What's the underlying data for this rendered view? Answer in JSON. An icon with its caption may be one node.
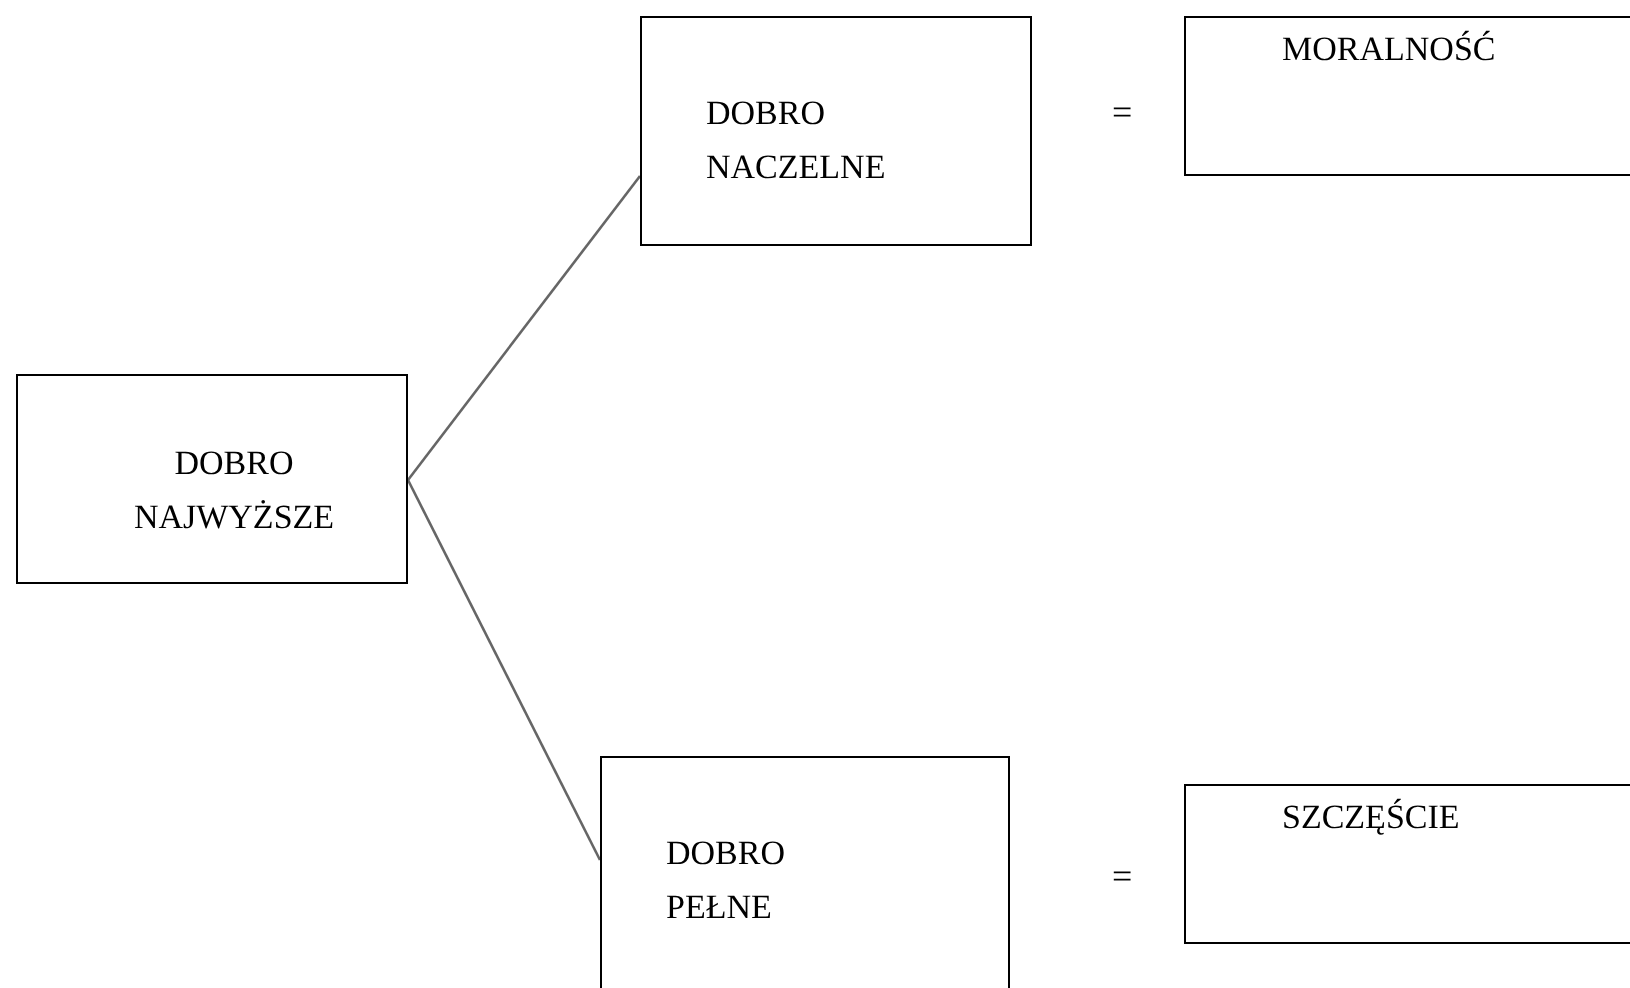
{
  "diagram": {
    "nodes": [
      {
        "text": [
          "DOBRO NAJWYŻSZE"
        ]
      },
      {
        "text": [
          "DOBRO NACZELNE"
        ]
      },
      {
        "text": [
          "MORALNOŚĆ"
        ]
      },
      {
        "text": [
          "DOBRO PEŁNE"
        ]
      },
      {
        "text": [
          "SZCZĘŚCIE"
        ]
      }
    ],
    "edges": [
      {
        "from": 0,
        "to": 1,
        "arrow": "none"
      },
      {
        "from": 0,
        "to": 3,
        "arrow": "none"
      }
    ],
    "labels": [
      "=",
      "="
    ]
  }
}
